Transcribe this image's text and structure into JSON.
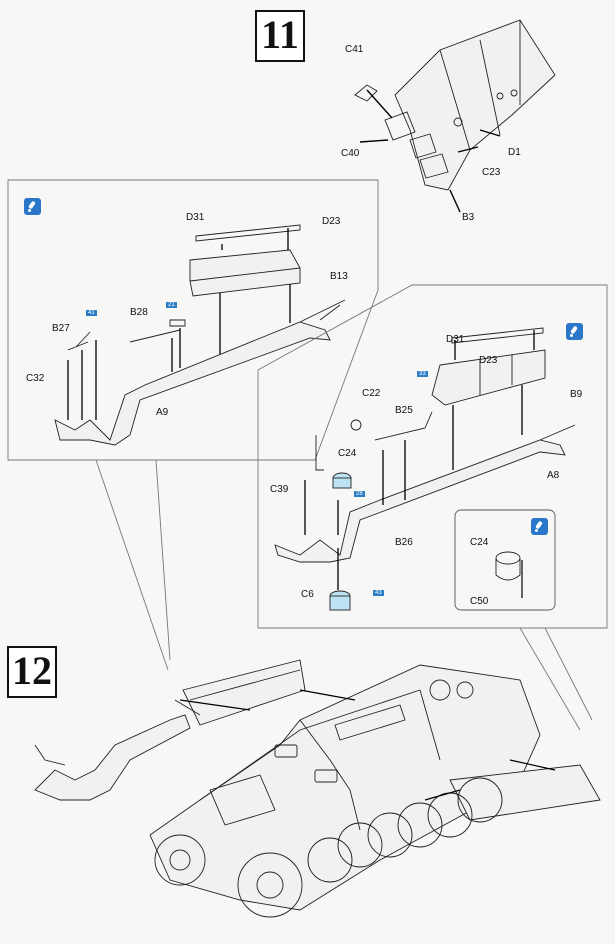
{
  "steps": {
    "step_11": "11",
    "step_12": "12"
  },
  "parts": {
    "c41": "C41",
    "c40": "C40",
    "d1": "D1",
    "c23": "C23",
    "b3": "B3",
    "d31_left": "D31",
    "d23_left": "D23",
    "b13": "B13",
    "b28": "B28",
    "b27": "B27",
    "c32": "C32",
    "a9": "A9",
    "d31_right": "D31",
    "d23_right": "D23",
    "c22": "C22",
    "b25": "B25",
    "b9": "B9",
    "c24": "C24",
    "a8": "A8",
    "c39": "C39",
    "b26": "B26",
    "c6": "C6",
    "c24_inset": "C24",
    "c50": "C50"
  },
  "refs": {
    "ref_41": "41",
    "ref_21": "21",
    "ref_33": "33",
    "ref_28": "28",
    "ref_43": "43"
  },
  "icons": [
    "glue-icon"
  ],
  "colors": {
    "accent": "#2a77c9",
    "line": "#222222",
    "panel": "#f7f7f6"
  }
}
